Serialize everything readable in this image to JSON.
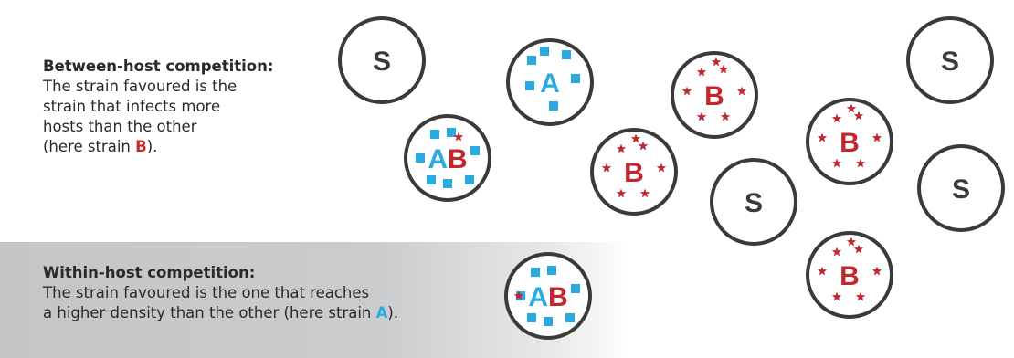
{
  "colors": {
    "strain_a": "#29abe2",
    "strain_b": "#c1272d",
    "susceptible": "#3a3a3a",
    "circle_stroke": "#3a3a3a"
  },
  "between": {
    "title": "Between-host competition:",
    "lines": [
      "The strain favoured is the",
      "strain that infects more",
      "hosts than the other"
    ],
    "line4_prefix": "(here strain ",
    "line4_strain": "B",
    "line4_suffix": ")."
  },
  "within": {
    "title": "Within-host competition:",
    "line1": "The strain favoured is the one that reaches",
    "line2_prefix": "a higher density than the other (here strain ",
    "line2_strain": "A",
    "line2_suffix": ")."
  },
  "hosts": [
    {
      "name": "susceptible-host",
      "segments": [
        {
          "t": "S",
          "c": "susceptible"
        }
      ],
      "a_markers": 0,
      "b_markers": 0
    },
    {
      "name": "host-a",
      "segments": [
        {
          "t": "A",
          "c": "strain_a"
        }
      ],
      "a_markers": 6,
      "b_markers": 0
    },
    {
      "name": "host-b",
      "segments": [
        {
          "t": "B",
          "c": "strain_b"
        }
      ],
      "a_markers": 0,
      "b_markers": 7
    },
    {
      "name": "susceptible-host",
      "segments": [
        {
          "t": "S",
          "c": "susceptible"
        }
      ],
      "a_markers": 0,
      "b_markers": 0
    },
    {
      "name": "host-ab",
      "segments": [
        {
          "t": "A",
          "c": "strain_a"
        },
        {
          "t": "B",
          "c": "strain_b"
        }
      ],
      "a_markers": 7,
      "b_markers": 1
    },
    {
      "name": "host-b",
      "segments": [
        {
          "t": "B",
          "c": "strain_b"
        }
      ],
      "a_markers": 0,
      "b_markers": 7
    },
    {
      "name": "susceptible-host",
      "segments": [
        {
          "t": "S",
          "c": "susceptible"
        }
      ],
      "a_markers": 0,
      "b_markers": 0
    },
    {
      "name": "host-b",
      "segments": [
        {
          "t": "B",
          "c": "strain_b"
        }
      ],
      "a_markers": 0,
      "b_markers": 7
    },
    {
      "name": "susceptible-host",
      "segments": [
        {
          "t": "S",
          "c": "susceptible"
        }
      ],
      "a_markers": 0,
      "b_markers": 0
    },
    {
      "name": "host-b",
      "segments": [
        {
          "t": "B",
          "c": "strain_b"
        }
      ],
      "a_markers": 0,
      "b_markers": 7
    },
    {
      "name": "host-ab-within",
      "segments": [
        {
          "t": "A",
          "c": "strain_a"
        },
        {
          "t": "B",
          "c": "strain_b"
        }
      ],
      "a_markers": 7,
      "b_markers": 1
    }
  ]
}
